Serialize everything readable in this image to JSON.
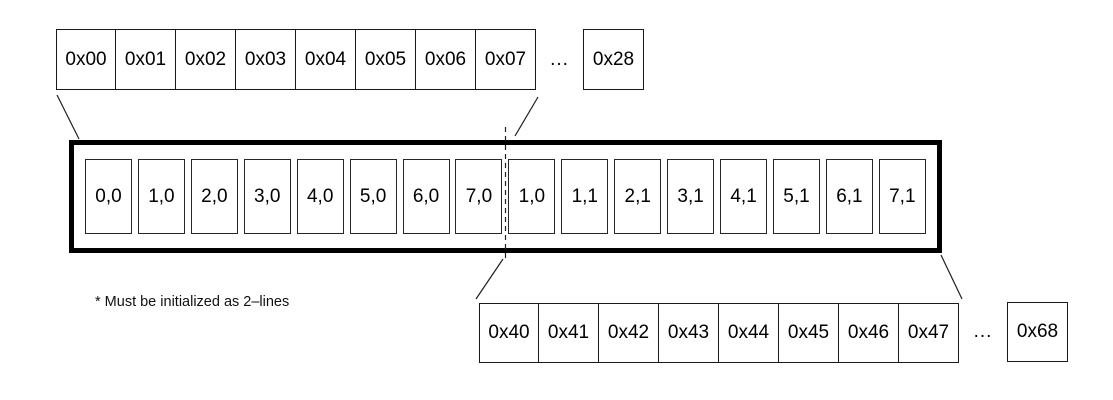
{
  "diagram": {
    "description": "memory-address to 2-line buffer mapping diagram",
    "footnote": "* Must be initialized as 2–lines"
  },
  "top_row": {
    "cells": [
      "0x00",
      "0x01",
      "0x02",
      "0x03",
      "0x04",
      "0x05",
      "0x06",
      "0x07"
    ],
    "ellipsis": "...",
    "last_cell": "0x28"
  },
  "cache_line": {
    "cells": [
      "0,0",
      "1,0",
      "2,0",
      "3,0",
      "4,0",
      "5,0",
      "6,0",
      "7,0",
      "1,0",
      "1,1",
      "2,1",
      "3,1",
      "4,1",
      "5,1",
      "6,1",
      "7,1"
    ]
  },
  "bottom_row": {
    "cells": [
      "0x40",
      "0x41",
      "0x42",
      "0x43",
      "0x44",
      "0x45",
      "0x46",
      "0x47"
    ],
    "ellipsis": "...",
    "last_cell": "0x68"
  },
  "colors": {
    "ink": "#1a1a1a",
    "thick_border": "#000000",
    "background": "#ffffff"
  }
}
